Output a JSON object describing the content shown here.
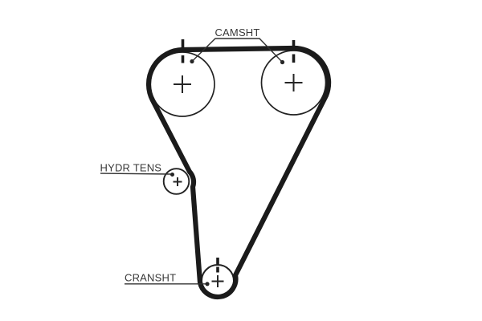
{
  "diagram": {
    "type": "timing-belt-routing-diagram",
    "background_color": "#ffffff",
    "colors": {
      "belt": "#1b1b1b",
      "outline": "#222222",
      "leader": "#303030",
      "text": "#383838"
    },
    "labels": {
      "camshaft": "CAMSHT",
      "tensioner": "HYDR TENS",
      "crankshaft": "CRANSHT"
    },
    "components": [
      {
        "id": "camshaft-pulley-left",
        "label": "CAMSHT",
        "center_mark": "+",
        "has_timing_mark": true
      },
      {
        "id": "camshaft-pulley-right",
        "label": "CAMSHT",
        "center_mark": "+",
        "has_timing_mark": true
      },
      {
        "id": "hydraulic-tensioner",
        "label": "HYDR TENS",
        "center_mark": "+",
        "has_timing_mark": false
      },
      {
        "id": "crankshaft-pulley",
        "label": "CRANSHT",
        "center_mark": "+",
        "has_timing_mark": true
      }
    ]
  }
}
